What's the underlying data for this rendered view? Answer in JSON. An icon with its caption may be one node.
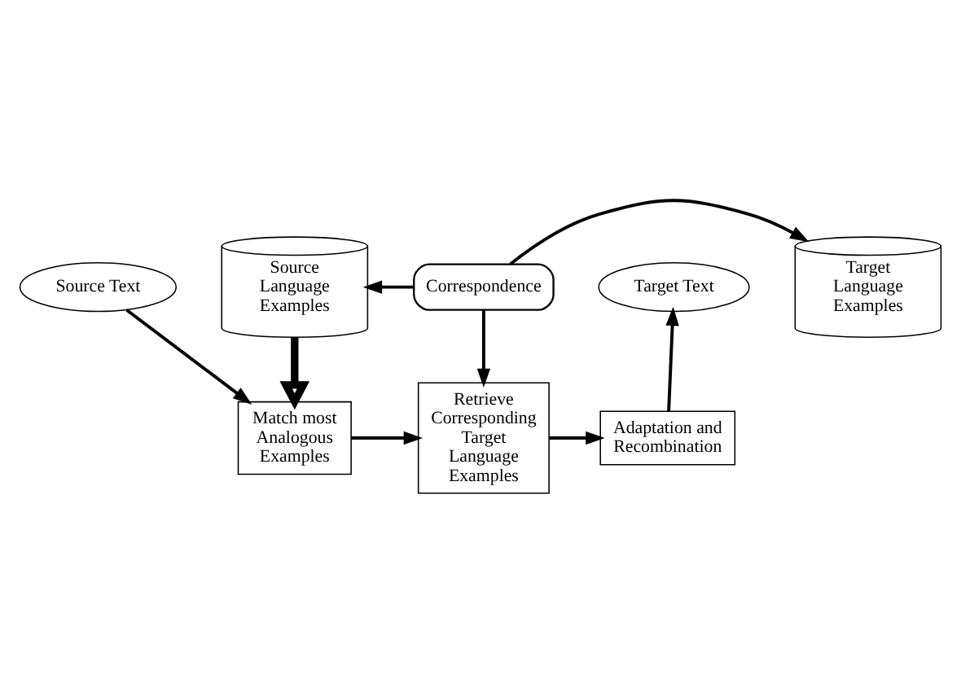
{
  "diagram": {
    "nodes": [
      {
        "text": [
          "Source Text"
        ]
      },
      {
        "text": [
          "Target Text"
        ]
      },
      {
        "text": [
          "Match most Analogous Examples"
        ]
      },
      {
        "text": [
          "Retrieve Corresponding Target Language Examples"
        ]
      },
      {
        "text": [
          "Adaptation and Recombination"
        ]
      },
      {
        "text": [
          "Source Language Examples"
        ]
      },
      {
        "text": [
          "Correspondence"
        ]
      },
      {
        "text": [
          "Target Language Examples"
        ]
      }
    ],
    "edges": [
      {
        "from": 0,
        "to": 2,
        "arrow": "to"
      },
      {
        "from": 2,
        "to": 3,
        "arrow": "to"
      },
      {
        "from": 3,
        "to": 4,
        "arrow": "to"
      },
      {
        "from": 4,
        "to": 1,
        "arrow": "to"
      },
      {
        "from": 5,
        "to": 2,
        "arrow": "to",
        "style": "thick"
      },
      {
        "from": 6,
        "to": 5,
        "arrow": "to"
      },
      {
        "from": 6,
        "to": 7,
        "arrow": "to"
      },
      {
        "from": 6,
        "to": 3,
        "arrow": "to"
      }
    ]
  }
}
